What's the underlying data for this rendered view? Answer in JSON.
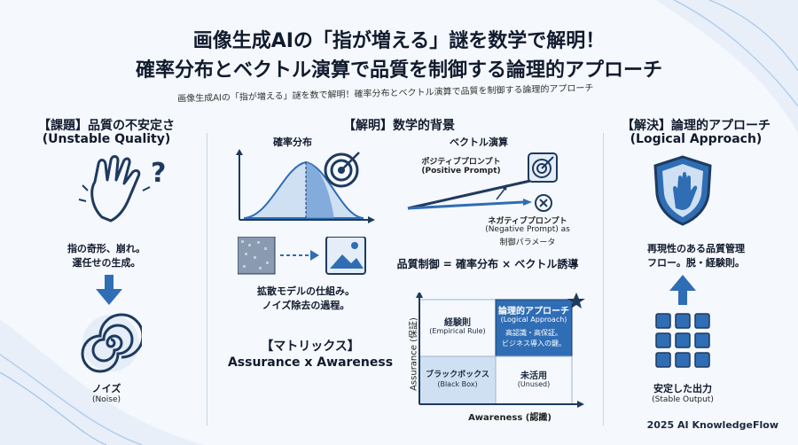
{
  "title_line1": "画像生成AIの「指が増える」謎を数学で解明！",
  "title_line2": "確率分布とベクトル演算で品質を制御する論理的アプローチ",
  "subtitle": "画像生成AIの「指が増える」謎を数で解明！確率分布とベクトル演算で品質を制御する論理的アプローチ",
  "left": {
    "heading_jp": "【課題】品質の不安定さ",
    "heading_en": "(Unstable Quality)",
    "desc_line1": "指の奇形、崩れ。",
    "desc_line2": "運任せの生成。",
    "noise_jp": "ノイズ",
    "noise_en": "(Noise)",
    "icons": [
      "hand-icon",
      "question-icon",
      "arrow-down-icon",
      "spiral-icon"
    ]
  },
  "middle": {
    "heading": "【解明】数学的背景",
    "prob_label": "確率分布",
    "vector_label": "ベクトル演算",
    "positive_jp": "ポジティブプロンプト",
    "positive_en": "(Positive Prompt)",
    "negative_jp": "ネガティブプロンプト",
    "negative_en": "(Negative Prompt) as",
    "negative_jp2": "制御パラメータ",
    "formula": "品質制御 = 確率分布 × ベクトル誘導",
    "diffusion_line1": "拡散モデルの仕組み。",
    "diffusion_line2": "ノイズ除去の過程。",
    "matrix_heading": "【マトリックス】",
    "matrix_sub": "Assurance x Awareness",
    "matrix": {
      "y_axis": "Assurance (保証)",
      "x_axis": "Awareness (認識)",
      "tl_jp": "経験則",
      "tl_en": "(Empirical Rule)",
      "tr_jp": "論理的アプローチ",
      "tr_en": "(Logical Approach)",
      "tr_desc1": "高認識・高保証。",
      "tr_desc2": "ビジネス導入の鍵。",
      "bl_jp": "ブラックボックス",
      "bl_en": "(Black Box)",
      "br_jp": "未活用",
      "br_en": "(Unused)"
    },
    "icons": [
      "target-icon",
      "image-icon",
      "x-icon",
      "star-icon"
    ]
  },
  "right": {
    "heading_jp": "【解決】論理的アプローチ",
    "heading_en": "(Logical Approach)",
    "desc_line1": "再現性のある品質管理",
    "desc_line2": "フロー。脱・経験則。",
    "output_jp": "安定した出力",
    "output_en": "(Stable Output)",
    "icons": [
      "shield-hand-icon",
      "arrow-up-icon",
      "grid-icon"
    ]
  },
  "footer": "2025 AI KnowledgeFlow",
  "colors": {
    "accent": "#2f6db5",
    "dark": "#1e3a5f",
    "light": "#d6e4f3"
  }
}
